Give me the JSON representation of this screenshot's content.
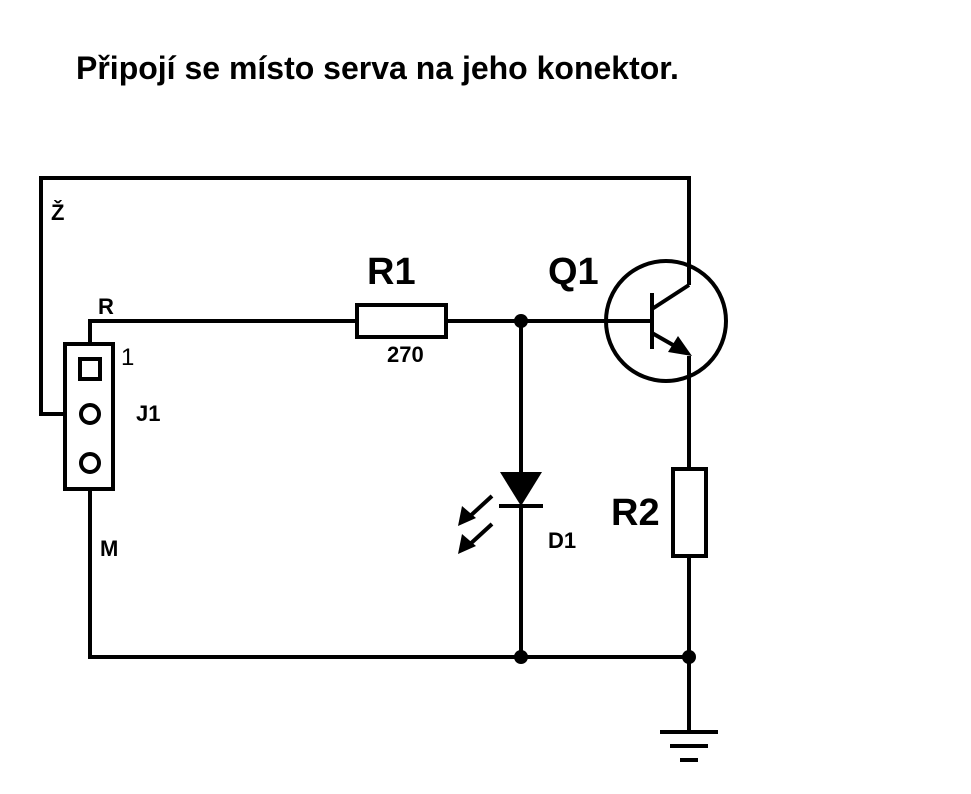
{
  "title": "Připojí se místo serva na jeho konektor.",
  "labels": {
    "wire_z": "Ž",
    "wire_r": "R",
    "wire_m": "M",
    "pin1": "1",
    "j1": "J1",
    "r1": "R1",
    "r1_value": "270",
    "q1": "Q1",
    "r2": "R2",
    "d1": "D1"
  },
  "colors": {
    "ink": "#000000",
    "background": "#ffffff"
  }
}
